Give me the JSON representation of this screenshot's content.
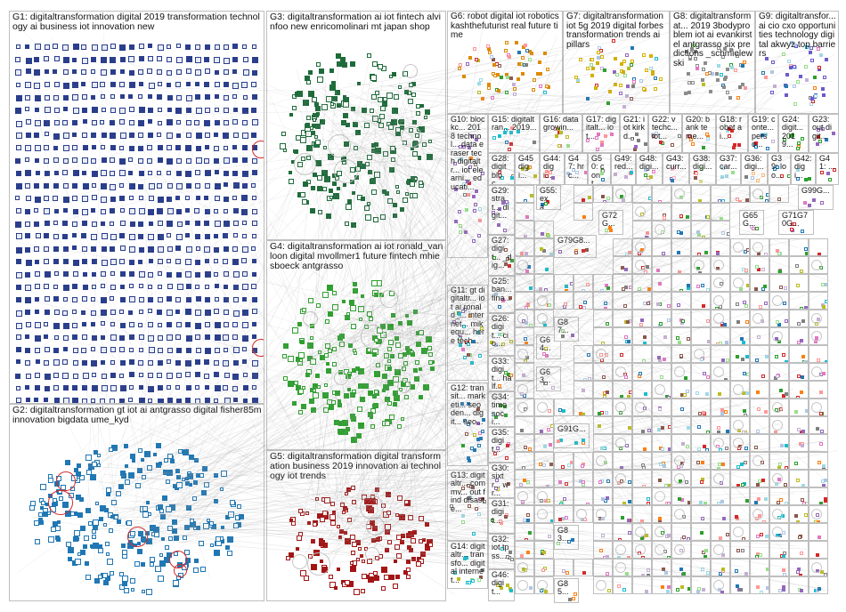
{
  "graph": {
    "edge_color": "#9a9a9a",
    "groups": [
      {
        "id": "G1",
        "label": "G1: digitaltransformation digital 2019 transformation technology ai business iot innovation new",
        "color": "#2a3e8c",
        "layout": "grid"
      },
      {
        "id": "G2",
        "label": "G2: digitaltransformation gt iot ai antgrasso digital fisher85m innovation bigdata ume_kyd",
        "color": "#1f77b4",
        "layout": "cluster"
      },
      {
        "id": "G3",
        "label": "G3: digitaltransformation ai iot fintech alvinfoo new enricomolinari mt japan shop",
        "color": "#1e6b3a",
        "layout": "cluster"
      },
      {
        "id": "G4",
        "label": "G4: digitaltransformation ai iot ronald_vanloon digital mvollmer1 future fintech mhiesboeck antgrasso",
        "color": "#2ca02c",
        "layout": "cluster"
      },
      {
        "id": "G5",
        "label": "G5: digitaltransformation digital transformation business 2019 innovation ai technology iot trends",
        "color": "#a31515",
        "layout": "cluster"
      },
      {
        "id": "G6",
        "label": "G6: robot digital iot robotics kashthefuturist real future time",
        "color": "#e08a00",
        "layout": "cluster"
      },
      {
        "id": "G7",
        "label": "G7: digitaltransformation iot 5g 2019 digital forbes transformation trends ai pillars",
        "color": "#d4b000",
        "layout": "cluster"
      },
      {
        "id": "G8",
        "label": "G8: digitaltransformat... 2019 3bodyproblem iot ai evankirstel antgrasso six predictions _schmielewski",
        "color": "#8c8c8c",
        "layout": "cluster"
      },
      {
        "id": "G9",
        "label": "G9: digitaltransfor... ai cio cxo opportunities technology digital akwyz top barriers",
        "color": "#6a5acd",
        "layout": "cluster"
      },
      {
        "id": "G10",
        "label": "G10: blockc... 2018 technol... data eraser tech digitaltr... iot elearni... educati...",
        "color": "#9467bd",
        "layout": "cluster"
      },
      {
        "id": "G15",
        "label": "G15: digitaltran... 2019...",
        "color": "#17becf",
        "layout": "cluster"
      },
      {
        "id": "G16",
        "label": "G16: data growin...",
        "color": "#bcbd22",
        "layout": "cluster"
      },
      {
        "id": "G17",
        "label": "G17: digitalt... iot...",
        "color": "#e377c2",
        "layout": "cluster"
      },
      {
        "id": "G21",
        "label": "G21: iot kirkd...",
        "color": "#7f7f7f",
        "layout": "cluster"
      },
      {
        "id": "G22",
        "label": "G22: v techc... iot...",
        "color": "#8c564b",
        "layout": "cluster"
      },
      {
        "id": "G20",
        "label": "G20: bank teme...",
        "color": "#ff7f0e",
        "layout": "cluster"
      },
      {
        "id": "G18",
        "label": "G18: robot ai...",
        "color": "#d62728",
        "layout": "cluster"
      },
      {
        "id": "G19",
        "label": "G19: conte... perso...",
        "color": "#1f77b4",
        "layout": "cluster"
      },
      {
        "id": "G24",
        "label": "G24: digit... 2019...",
        "color": "#2ca02c",
        "layout": "cluster"
      },
      {
        "id": "G23",
        "label": "G23: out digit...",
        "color": "#9467bd",
        "layout": "cluster"
      },
      {
        "id": "G28",
        "label": "G28: digit bloc...",
        "color": "#17becf",
        "layout": "cluster"
      },
      {
        "id": "G45",
        "label": "G45 digi...",
        "color": "#bcbd22",
        "layout": "cluster"
      },
      {
        "id": "G44",
        "label": "G44: digi...",
        "color": "#ff9896",
        "layout": "cluster"
      },
      {
        "id": "G47",
        "label": "G47: hrc...",
        "color": "#aec7e8",
        "layout": "cluster"
      },
      {
        "id": "G50",
        "label": "G50: cont...",
        "color": "#98df8a",
        "layout": "cluster"
      },
      {
        "id": "G49",
        "label": "G49: red...",
        "color": "#c5b0d5",
        "layout": "cluster"
      },
      {
        "id": "G48",
        "label": "G48: digi...",
        "color": "#c49c94",
        "layout": "cluster"
      },
      {
        "id": "G43",
        "label": "G43: curr...",
        "color": "#f7b6d2",
        "layout": "cluster"
      },
      {
        "id": "G38",
        "label": "G38: digi...",
        "color": "#dbdb8d",
        "layout": "cluster"
      },
      {
        "id": "G37",
        "label": "G37: car...",
        "color": "#9edae5",
        "layout": "cluster"
      },
      {
        "id": "G36",
        "label": "G36: digi...",
        "color": "#ffbb78",
        "layout": "cluster"
      },
      {
        "id": "G39",
        "label": "G39: loo...",
        "color": "#1f77b4",
        "layout": "cluster"
      },
      {
        "id": "G42",
        "label": "G42: digi...",
        "color": "#2ca02c",
        "layout": "cluster"
      },
      {
        "id": "G41",
        "label": "G41: ...",
        "color": "#d62728",
        "layout": "cluster"
      },
      {
        "id": "G29",
        "label": "G29: strat... digit...",
        "color": "#9467bd",
        "layout": "cluster"
      },
      {
        "id": "G27",
        "label": "G27: digit... _dig...",
        "color": "#8c564b",
        "layout": "cluster"
      },
      {
        "id": "G25",
        "label": "G25: ban... fina...",
        "color": "#e377c2",
        "layout": "cluster"
      },
      {
        "id": "G11",
        "label": "G11: gt digitaltr... iot ai ronald_... internet... mikequ... here tech...",
        "color": "#17becf",
        "layout": "cluster"
      },
      {
        "id": "G26",
        "label": "G26: digit... cio...",
        "color": "#bcbd22",
        "layout": "cluster"
      },
      {
        "id": "G33",
        "label": "G33: digit... half...",
        "color": "#ff7f0e",
        "layout": "cluster"
      },
      {
        "id": "G12",
        "label": "G12: transit... marketi... seoden... digit... seo...",
        "color": "#1f77b4",
        "layout": "cluster"
      },
      {
        "id": "G34",
        "label": "G34: timo soci...",
        "color": "#2ca02c",
        "layout": "cluster"
      },
      {
        "id": "G35",
        "label": "G35: digit...",
        "color": "#d62728",
        "layout": "cluster"
      },
      {
        "id": "G30",
        "label": "G30: sixtr... wr...",
        "color": "#9467bd",
        "layout": "cluster"
      },
      {
        "id": "G13",
        "label": "G13: digitaltr... commv... out find disaste...",
        "color": "#8c564b",
        "layout": "cluster"
      },
      {
        "id": "G31",
        "label": "G31: digit...",
        "color": "#e377c2",
        "layout": "cluster"
      },
      {
        "id": "G32",
        "label": "G32: iot tpss...",
        "color": "#7f7f7f",
        "layout": "cluster"
      },
      {
        "id": "G14",
        "label": "G14: digitaltr... transfo... digital internet...",
        "color": "#17becf",
        "layout": "cluster"
      },
      {
        "id": "G46",
        "label": "G46: digit...",
        "color": "#bcbd22",
        "layout": "cluster"
      },
      {
        "id": "G55",
        "label": "G55: exa...",
        "color": "#1f77b4",
        "layout": "cluster"
      },
      {
        "id": "G72",
        "label": "G72G...",
        "color": "#ff7f0e",
        "layout": "cluster"
      },
      {
        "id": "G65",
        "label": "G65G...",
        "color": "#2ca02c",
        "layout": "cluster"
      },
      {
        "id": "G71",
        "label": "G71G70G...",
        "color": "#d62728",
        "layout": "cluster"
      },
      {
        "id": "G99",
        "label": "G99G...",
        "color": "#9467bd",
        "layout": "cluster"
      },
      {
        "id": "G79",
        "label": "G79G8...",
        "color": "#8c564b",
        "layout": "cluster"
      },
      {
        "id": "G64",
        "label": "G64...",
        "color": "#e377c2",
        "layout": "cluster"
      },
      {
        "id": "G63",
        "label": "G63...",
        "color": "#7f7f7f",
        "layout": "cluster"
      },
      {
        "id": "G87",
        "label": "G87...",
        "color": "#bcbd22",
        "layout": "cluster"
      },
      {
        "id": "G91",
        "label": "G91G...",
        "color": "#17becf",
        "layout": "cluster"
      },
      {
        "id": "G83",
        "label": "G83...",
        "color": "#1f77b4",
        "layout": "cluster"
      },
      {
        "id": "G85",
        "label": "G85...",
        "color": "#ff7f0e",
        "layout": "cluster"
      }
    ]
  }
}
